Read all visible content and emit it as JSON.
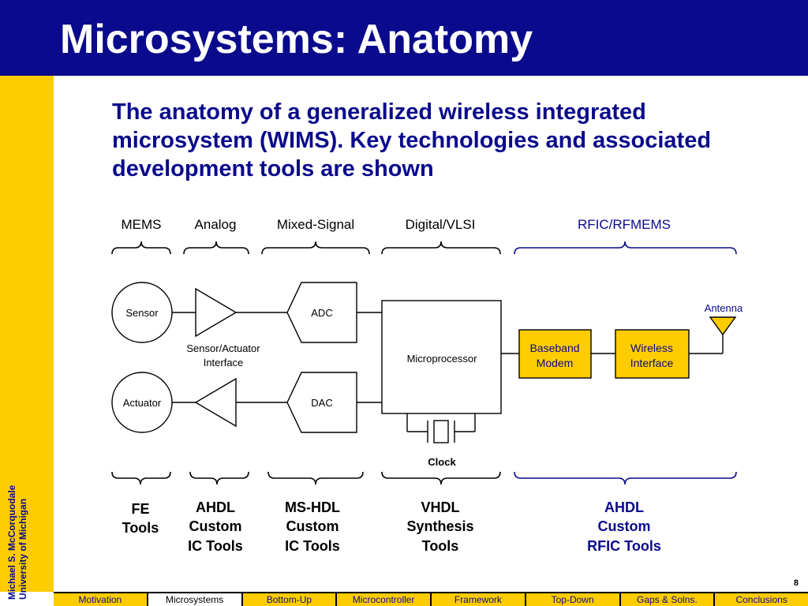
{
  "slide": {
    "title": "Microsystems: Anatomy",
    "intro": "The anatomy of a generalized wireless integrated microsystem (WIMS). Key technologies and associated development tools are shown",
    "author": "Michael S. McCorquodale",
    "institution": "University of Michigan",
    "page_number": "8"
  },
  "diagram": {
    "categories": [
      "MEMS",
      "Analog",
      "Mixed-Signal",
      "Digital/VLSI",
      "RFIC/RFMEMS"
    ],
    "blocks": {
      "sensor": "Sensor",
      "actuator": "Actuator",
      "adc": "ADC",
      "dac": "DAC",
      "interface_line1": "Sensor/Actuator",
      "interface_line2": "Interface",
      "microprocessor": "Microprocessor",
      "clock": "Clock",
      "baseband_line1": "Baseband",
      "baseband_line2": "Modem",
      "wireless_line1": "Wireless",
      "wireless_line2": "Interface",
      "antenna": "Antenna"
    },
    "tools": [
      {
        "line1": "FE",
        "line2": "Tools",
        "line3": ""
      },
      {
        "line1": "AHDL",
        "line2": "Custom",
        "line3": "IC Tools"
      },
      {
        "line1": "MS-HDL",
        "line2": "Custom",
        "line3": "IC Tools"
      },
      {
        "line1": "VHDL",
        "line2": "Synthesis",
        "line3": "Tools"
      },
      {
        "line1": "AHDL",
        "line2": "Custom",
        "line3": "RFIC Tools"
      }
    ],
    "colors": {
      "navy": "#0a0a8c",
      "gold": "#ffcc00"
    }
  },
  "nav": {
    "items": [
      "Motivation",
      "Microsystems",
      "Bottom-Up",
      "Microcontroller",
      "Framework",
      "Top-Down",
      "Gaps & Solns.",
      "Conclusions"
    ],
    "active_index": 1
  }
}
